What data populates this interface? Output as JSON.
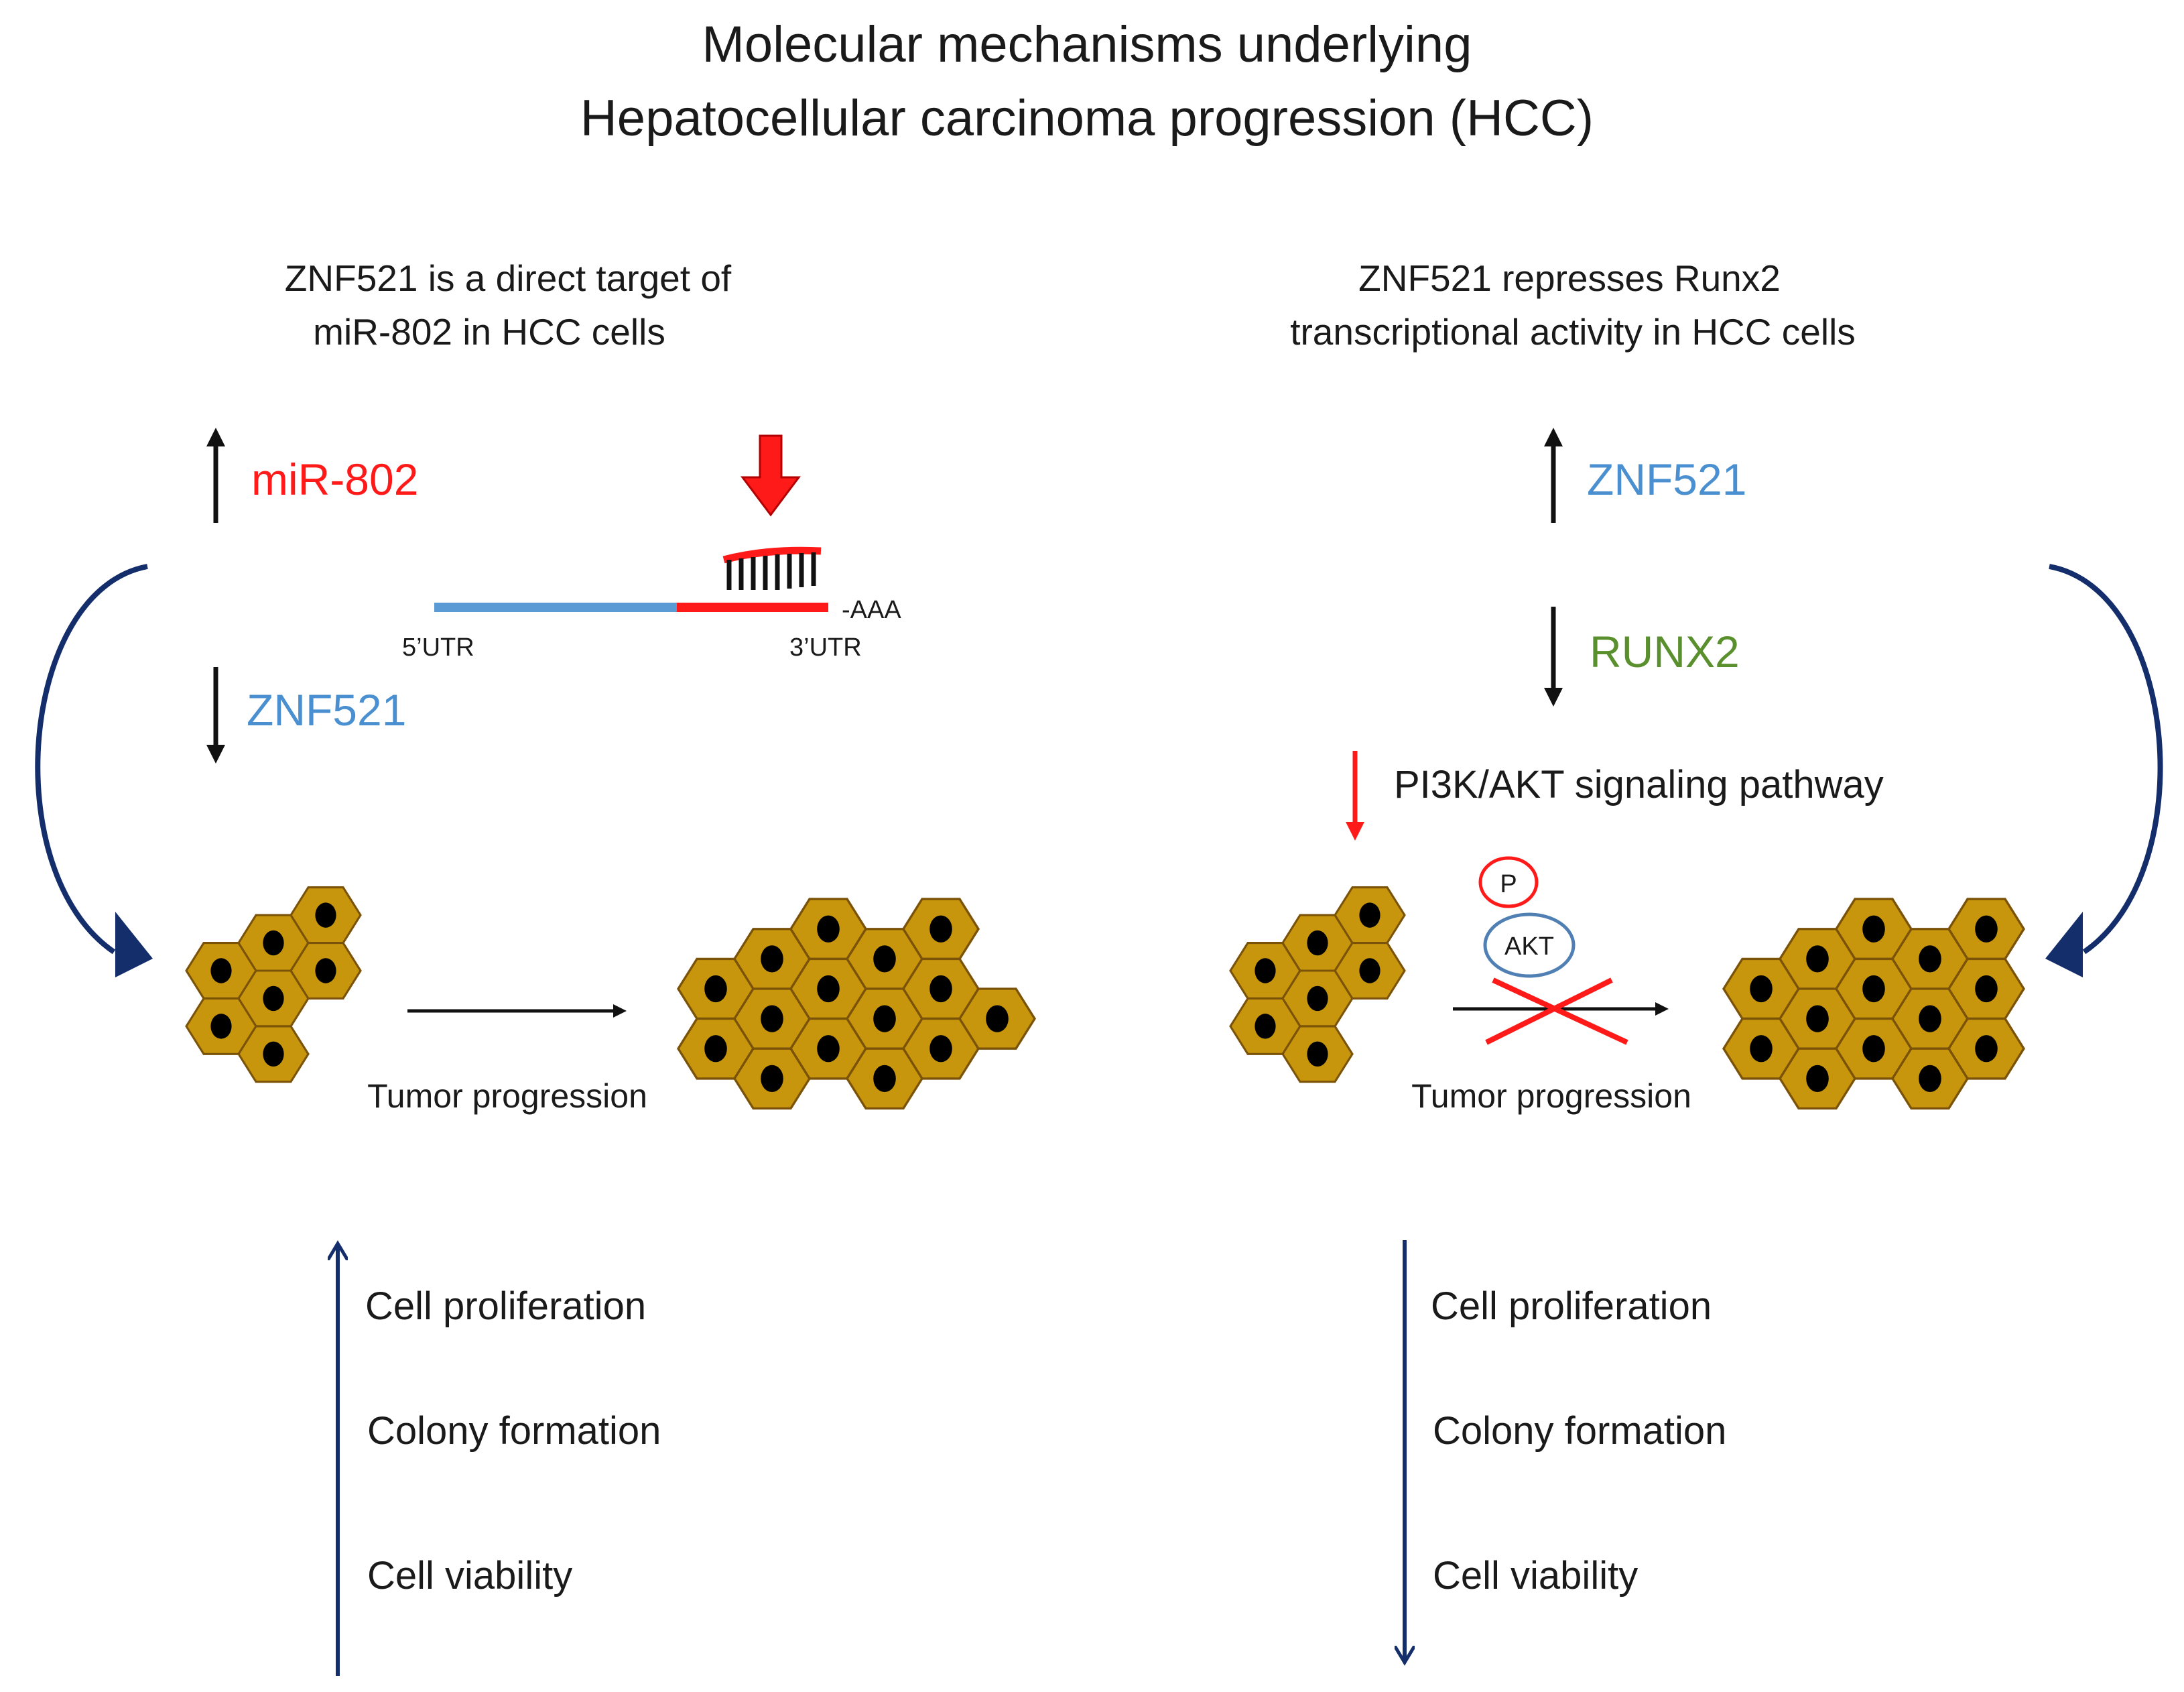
{
  "title": {
    "line1": "Molecular mechanisms underlying",
    "line2": "Hepatocellular carcinoma progression (HCC)"
  },
  "colors": {
    "red": "#ff1a1a",
    "blue_text": "#4a8fd0",
    "green_text": "#5a8f2e",
    "navy": "#142d6b",
    "utr_blue": "#5b9bd5",
    "cell_fill": "#c8960c",
    "cell_stroke": "#7a5208",
    "nucleus": "#000000"
  },
  "left_panel": {
    "heading_line1": "ZNF521 is a direct target of",
    "heading_line2": "miR-802 in HCC cells",
    "up_label": "miR-802",
    "down_label": "ZNF521",
    "mrna": {
      "utr5": "5’UTR",
      "utr3": "3’UTR",
      "poly_a": "-AAA"
    },
    "progression_label": "Tumor progression",
    "effects_direction": "up",
    "effects": [
      "Cell proliferation",
      "Colony formation",
      "Cell viability"
    ]
  },
  "right_panel": {
    "heading_line1": "ZNF521 represses Runx2",
    "heading_line2": "transcriptional activity in HCC cells",
    "up_label": "ZNF521",
    "down_label": "RUNX2",
    "pathway_label": "PI3K/AKT signaling pathway",
    "phospho_label": "P",
    "akt_label": "AKT",
    "progression_label": "Tumor progression",
    "effects_direction": "down",
    "effects": [
      "Cell proliferation",
      "Colony formation",
      "Cell viability"
    ]
  }
}
